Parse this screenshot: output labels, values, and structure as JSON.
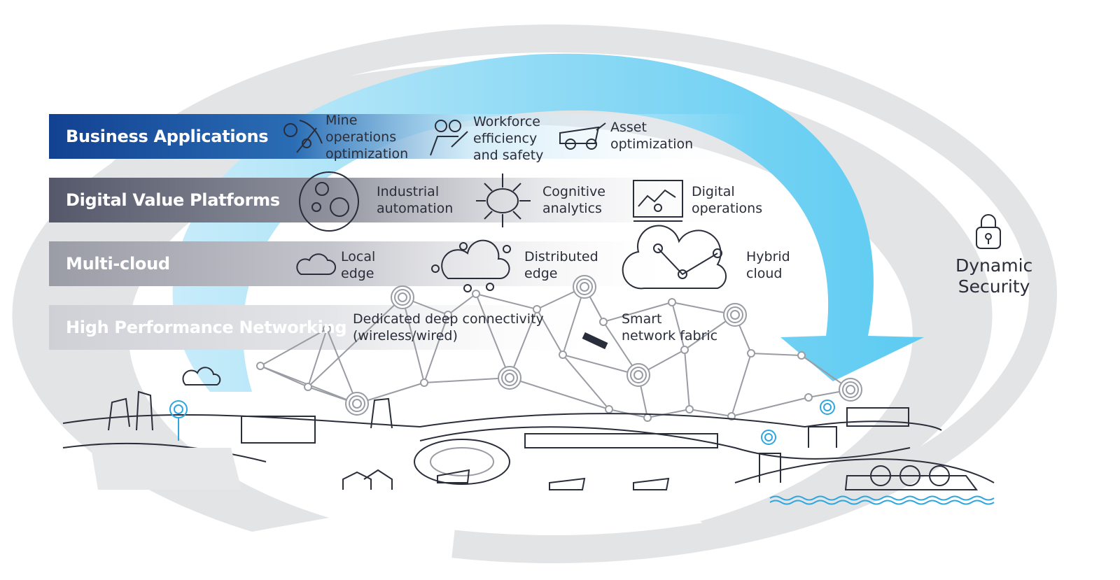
{
  "colors": {
    "blue_dark": "#124191",
    "blue_light": "#6fd2f5",
    "gray_ring": "#e3e4e6",
    "band2": "#5f6271",
    "band3": "#9a9ca6",
    "band4": "#cfd0d6",
    "line": "#9a9ca3",
    "accent": "#2fa6e0"
  },
  "layers": [
    {
      "title": "Business Applications",
      "items": [
        {
          "icon": "pickaxe-gears-icon",
          "label": "Mine\noperations\noptimization"
        },
        {
          "icon": "workers-icon",
          "label": "Workforce\nefficiency\nand safety"
        },
        {
          "icon": "dump-truck-icon",
          "label": "Asset\noptimization"
        }
      ]
    },
    {
      "title": "Digital Value Platforms",
      "items": [
        {
          "icon": "gears-cycle-icon",
          "label": "Industrial\nautomation"
        },
        {
          "icon": "brain-network-icon",
          "label": "Cognitive\nanalytics"
        },
        {
          "icon": "monitor-chart-icon",
          "label": "Digital\noperations"
        }
      ]
    },
    {
      "title": "Multi-cloud",
      "items": [
        {
          "icon": "cloud-icon",
          "label": "Local\nedge"
        },
        {
          "icon": "cloud-network-icon",
          "label": "Distributed\nedge"
        },
        {
          "icon": "hybrid-cloud-icon",
          "label": "Hybrid\ncloud"
        }
      ]
    },
    {
      "title": "High Performance Networking",
      "items": [
        {
          "icon": "network-icon",
          "label": "Dedicated deep connectivity\n(wireless/wired)"
        },
        {
          "icon": "satellite-icon",
          "label": "Smart\nnetwork fabric"
        }
      ]
    }
  ],
  "security": {
    "icon": "padlock-icon",
    "label": "Dynamic\nSecurity"
  }
}
